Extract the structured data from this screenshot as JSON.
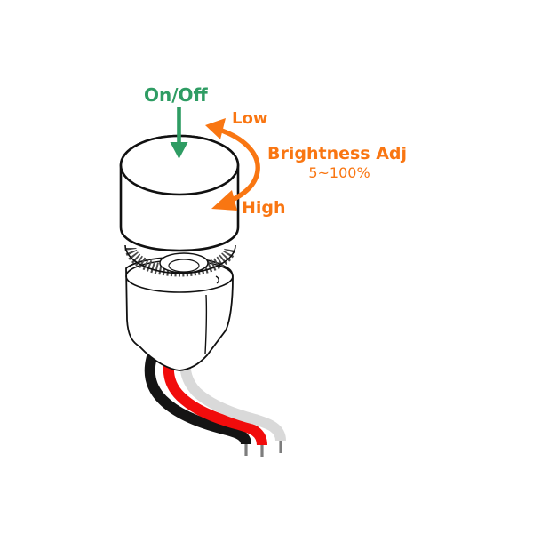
{
  "diagram": {
    "labels": {
      "on_off": "On/Off",
      "low": "Low",
      "brightness_title": "Brightness Adj",
      "brightness_range": "5~100%",
      "high": "High"
    },
    "colors": {
      "green": "#2e9c63",
      "orange": "#f97612",
      "outline": "#111111",
      "fill": "#ffffff",
      "knurl": "#4a4a4a",
      "wire_black": "#141414",
      "wire_red": "#f10c0c",
      "wire_white": "#d9d9d9",
      "wire_tip": "#7d7d7d"
    },
    "device": {
      "parts": [
        "knob-cap",
        "knurled-ring",
        "collar-nut",
        "mounting-body",
        "black-wire",
        "red-wire",
        "white-wire"
      ],
      "annotations": [
        "press-down-arrow (On/Off)",
        "rotate-ccw-arc (Low..High, Brightness Adj 5~100%)"
      ]
    }
  }
}
